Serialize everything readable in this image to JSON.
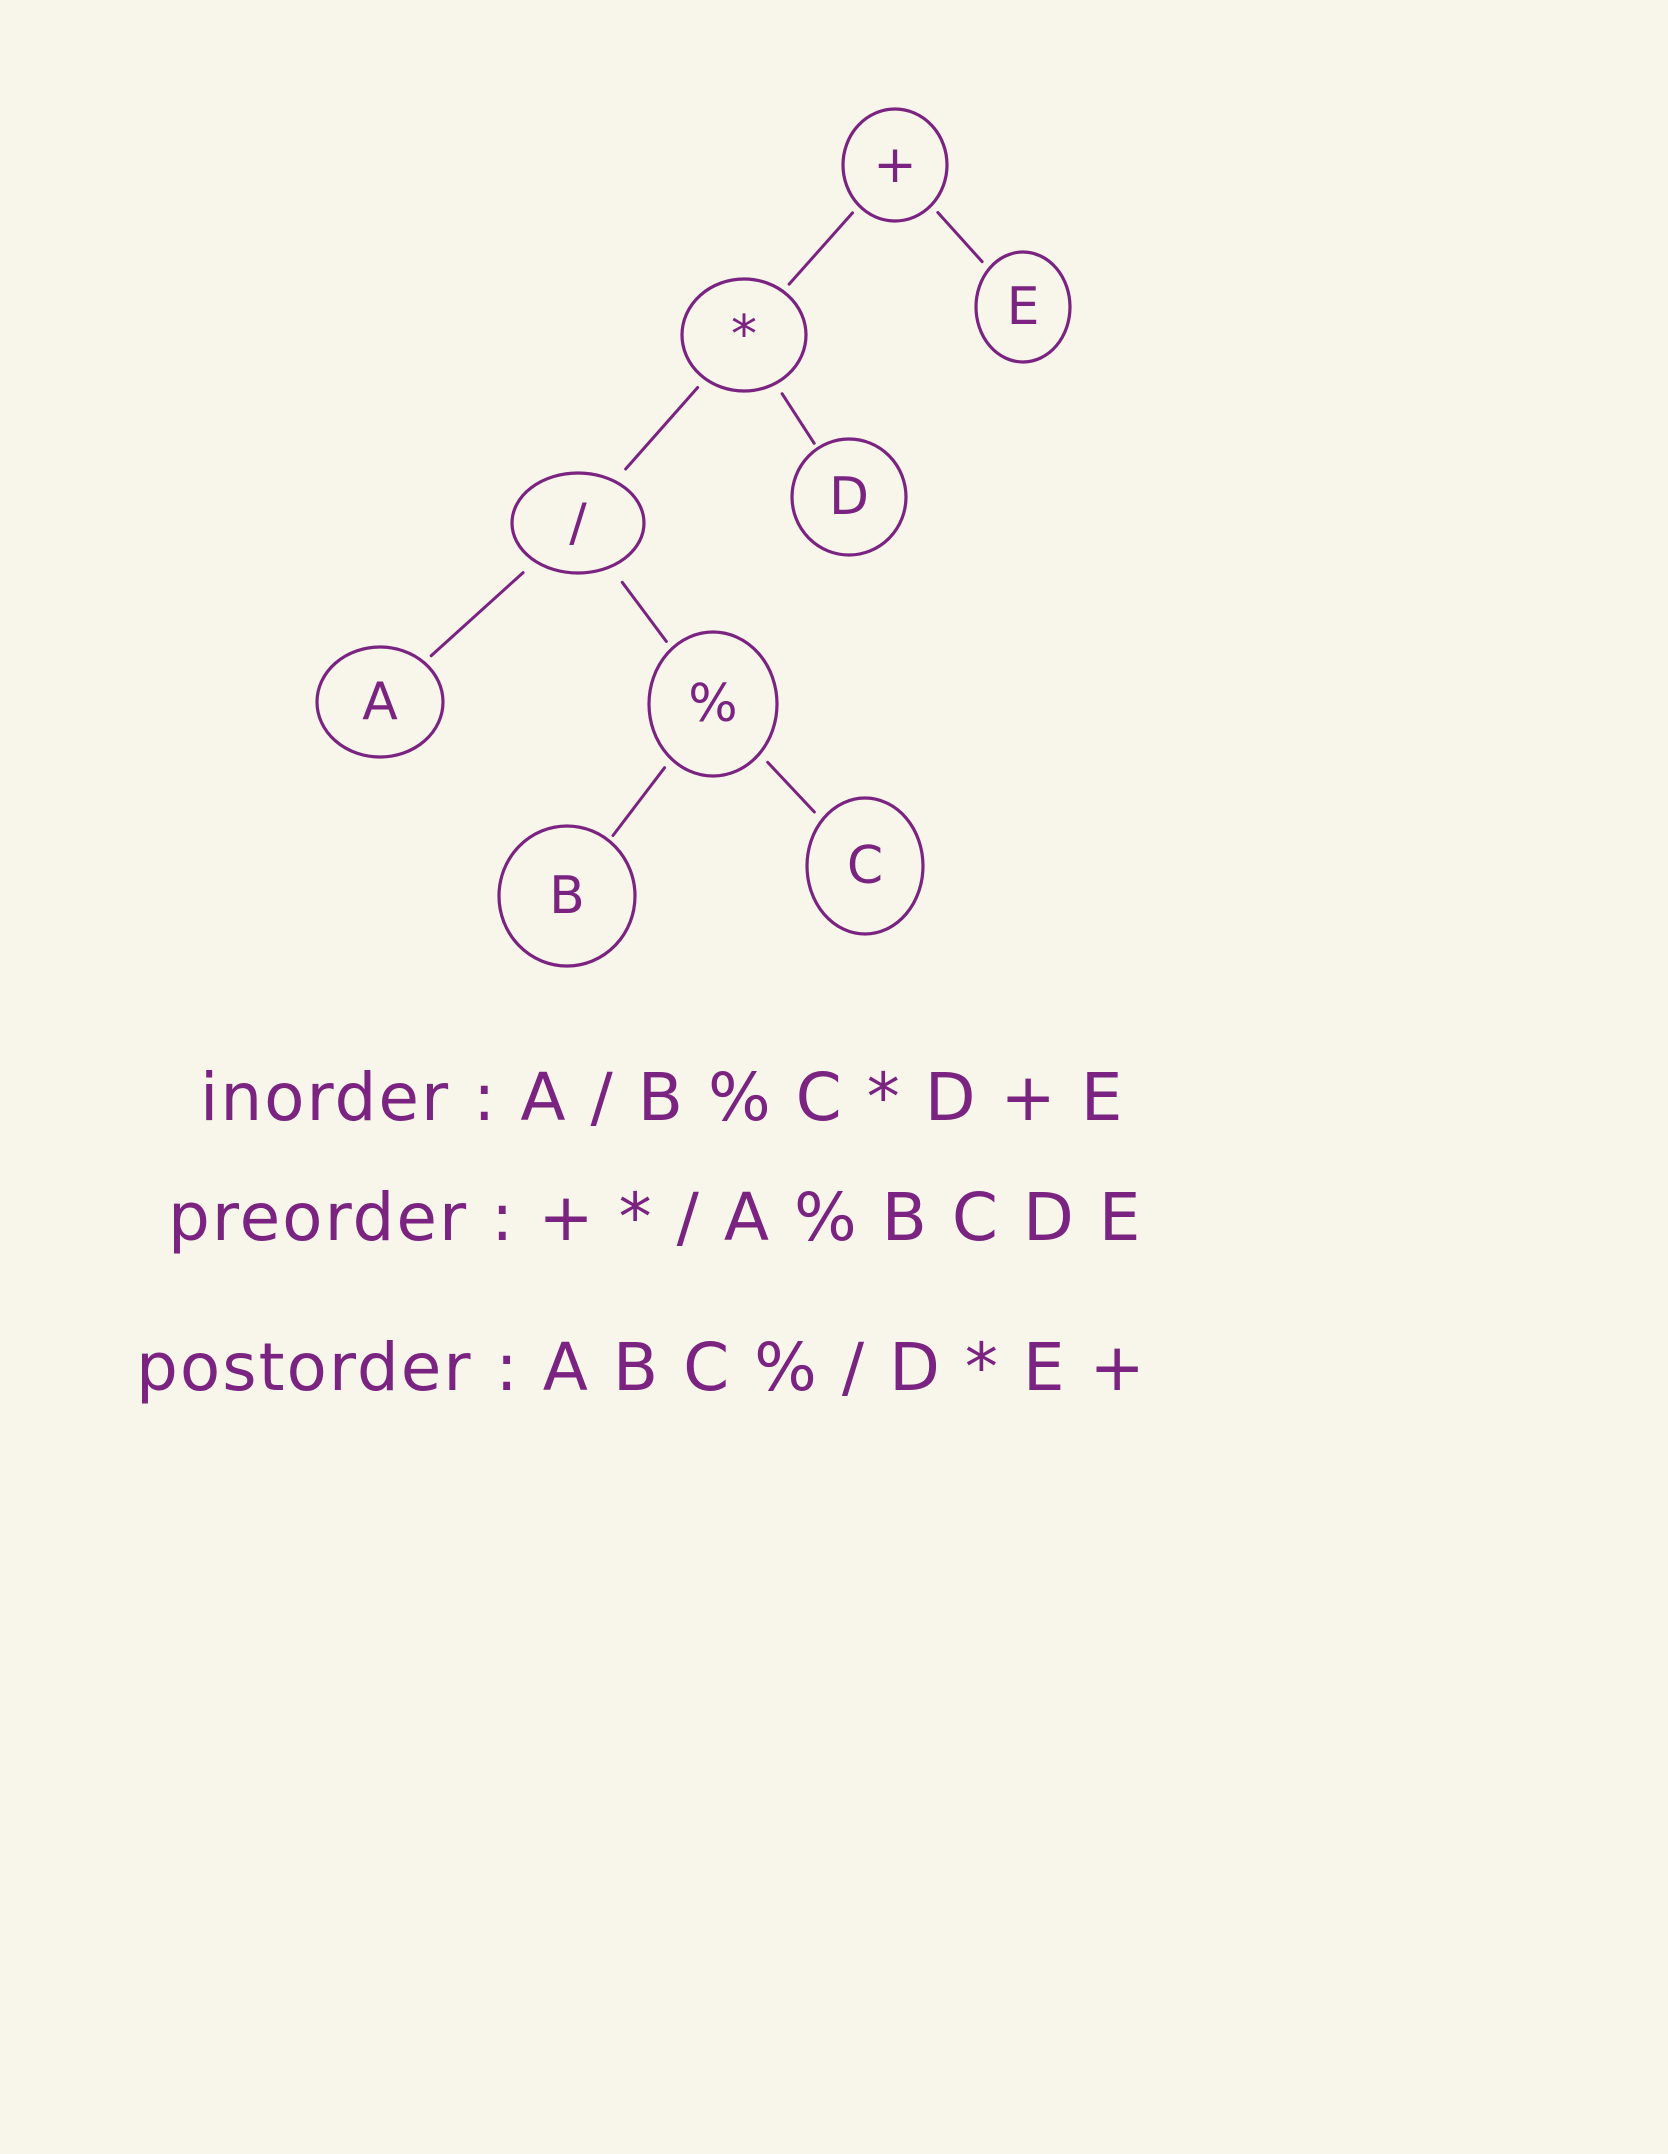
{
  "tree": {
    "nodes": [
      {
        "id": "plus",
        "label": "+"
      },
      {
        "id": "times",
        "label": "*"
      },
      {
        "id": "E",
        "label": "E"
      },
      {
        "id": "div",
        "label": "/"
      },
      {
        "id": "D",
        "label": "D"
      },
      {
        "id": "A",
        "label": "A"
      },
      {
        "id": "mod",
        "label": "%"
      },
      {
        "id": "B",
        "label": "B"
      },
      {
        "id": "C",
        "label": "C"
      }
    ],
    "edges": [
      [
        "plus",
        "times"
      ],
      [
        "plus",
        "E"
      ],
      [
        "times",
        "div"
      ],
      [
        "times",
        "D"
      ],
      [
        "div",
        "A"
      ],
      [
        "div",
        "mod"
      ],
      [
        "mod",
        "B"
      ],
      [
        "mod",
        "C"
      ]
    ]
  },
  "traversals": {
    "inorder": "inorder : A / B % C * D + E",
    "preorder": "preorder : + * / A % B C D E",
    "postorder": "postorder : A B C % / D * E +"
  },
  "colors": {
    "ink": "#7b2380",
    "paper": "#f8f5ea"
  }
}
